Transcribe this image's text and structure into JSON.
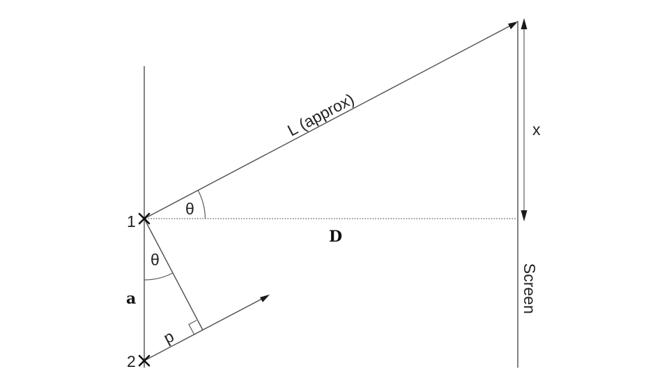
{
  "labels": {
    "slit_1": "1",
    "slit_2": "2",
    "path_length": "L (approx)",
    "fringe_offset": "x",
    "theta_top": "θ",
    "theta_bottom": "θ",
    "distance": "D",
    "slit_separation": "a",
    "path_difference": "p",
    "screen": "Screen"
  }
}
